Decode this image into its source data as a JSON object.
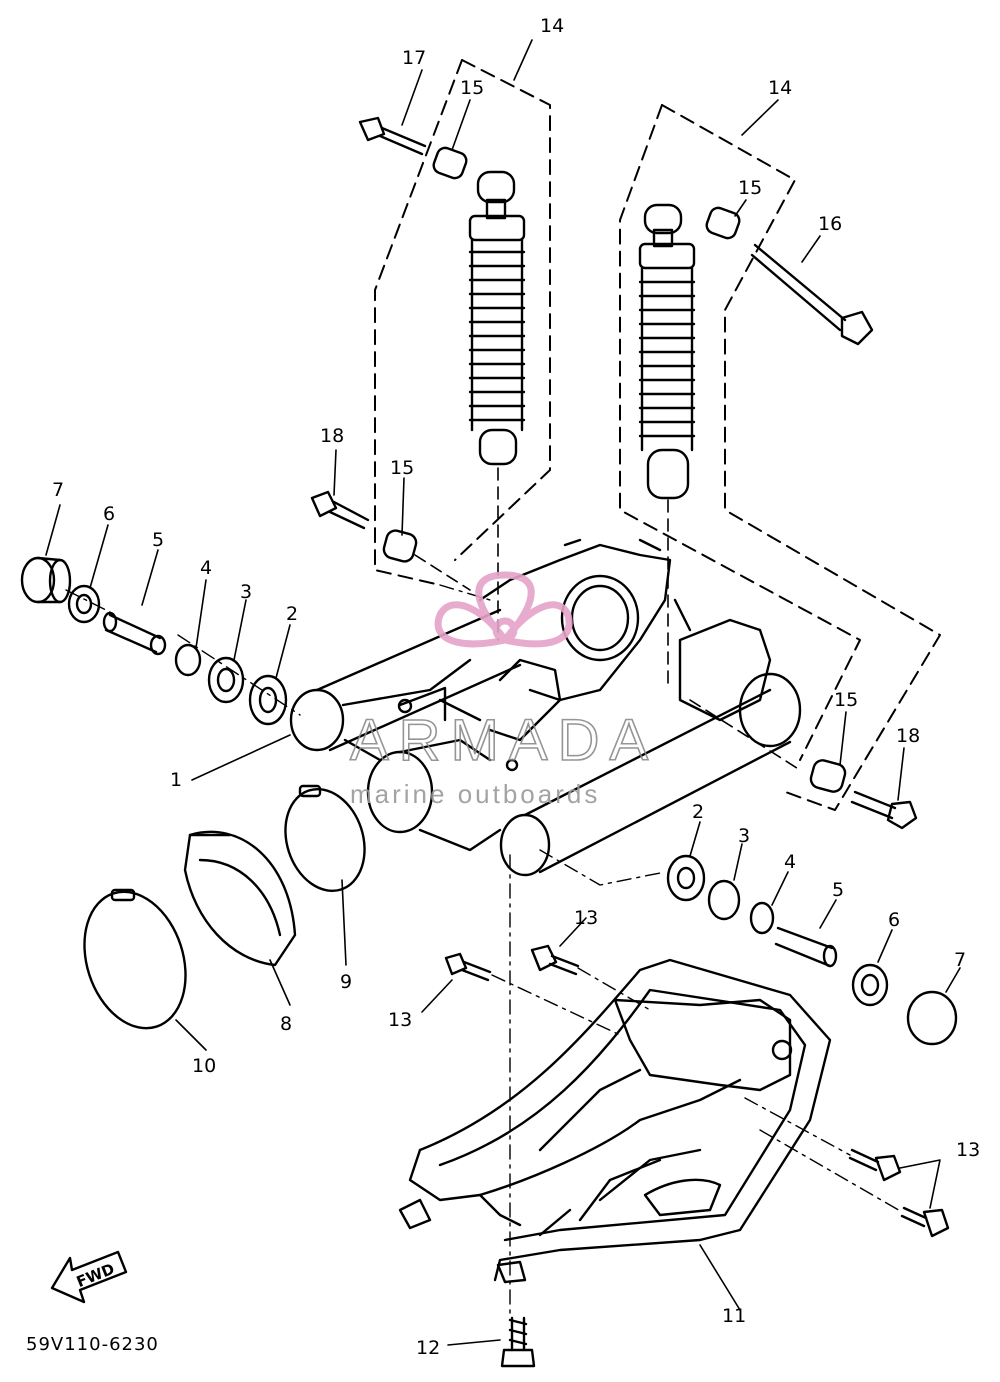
{
  "watermark": {
    "brand": "ARMADA",
    "tagline": "marine outboards",
    "logo_color": "#e5a2c8"
  },
  "diagram": {
    "code": "59V110-6230",
    "fwd_label": "FWD"
  },
  "callouts": {
    "c1": "1",
    "c2a": "2",
    "c2b": "2",
    "c3a": "3",
    "c3b": "3",
    "c4a": "4",
    "c4b": "4",
    "c5a": "5",
    "c5b": "5",
    "c6a": "6",
    "c6b": "6",
    "c7a": "7",
    "c7b": "7",
    "c8": "8",
    "c9": "9",
    "c10": "10",
    "c11": "11",
    "c12": "12",
    "c13a": "13",
    "c13b": "13",
    "c13c": "13",
    "c14a": "14",
    "c14b": "14",
    "c15a": "15",
    "c15b": "15",
    "c15c": "15",
    "c15d": "15",
    "c16": "16",
    "c17": "17",
    "c18a": "18",
    "c18b": "18"
  }
}
